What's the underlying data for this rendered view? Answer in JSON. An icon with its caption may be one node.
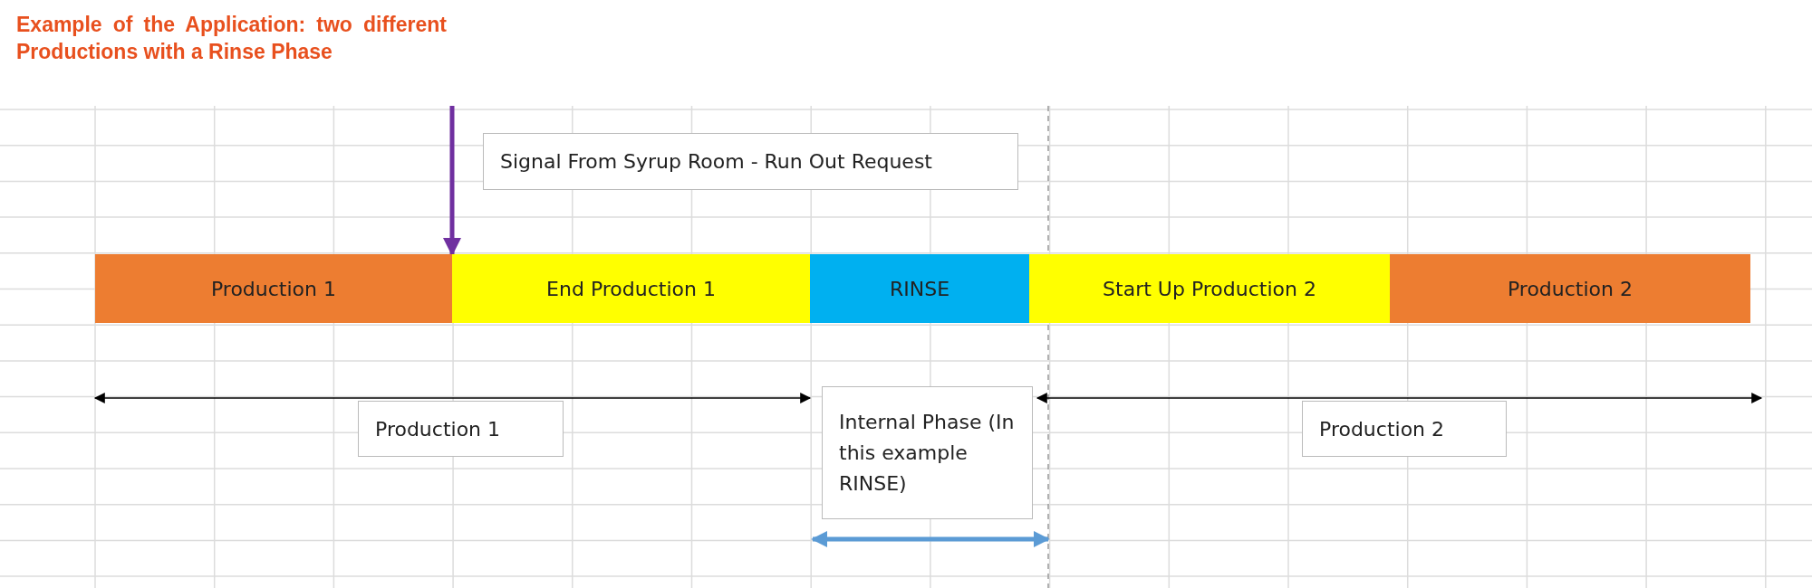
{
  "diagram": {
    "title": "Example of the Application: two different Productions with a Rinse Phase",
    "nodes": [
      {
        "text": [
          "Production 1"
        ]
      },
      {
        "text": [
          "End Production 1"
        ]
      },
      {
        "text": [
          "RINSE"
        ]
      },
      {
        "text": [
          "Start Up Production 2"
        ]
      },
      {
        "text": [
          "Production 2"
        ]
      },
      {
        "text": [
          "Signal From Syrup Room - Run Out Request"
        ]
      },
      {
        "text": [
          "Production 1"
        ]
      },
      {
        "text": [
          "Internal Phase (In this example RINSE)"
        ]
      },
      {
        "text": [
          "Production 2"
        ]
      }
    ],
    "edges": [
      {
        "from": null,
        "to": 1,
        "arrow": "to",
        "color": "#7030a0"
      }
    ]
  }
}
